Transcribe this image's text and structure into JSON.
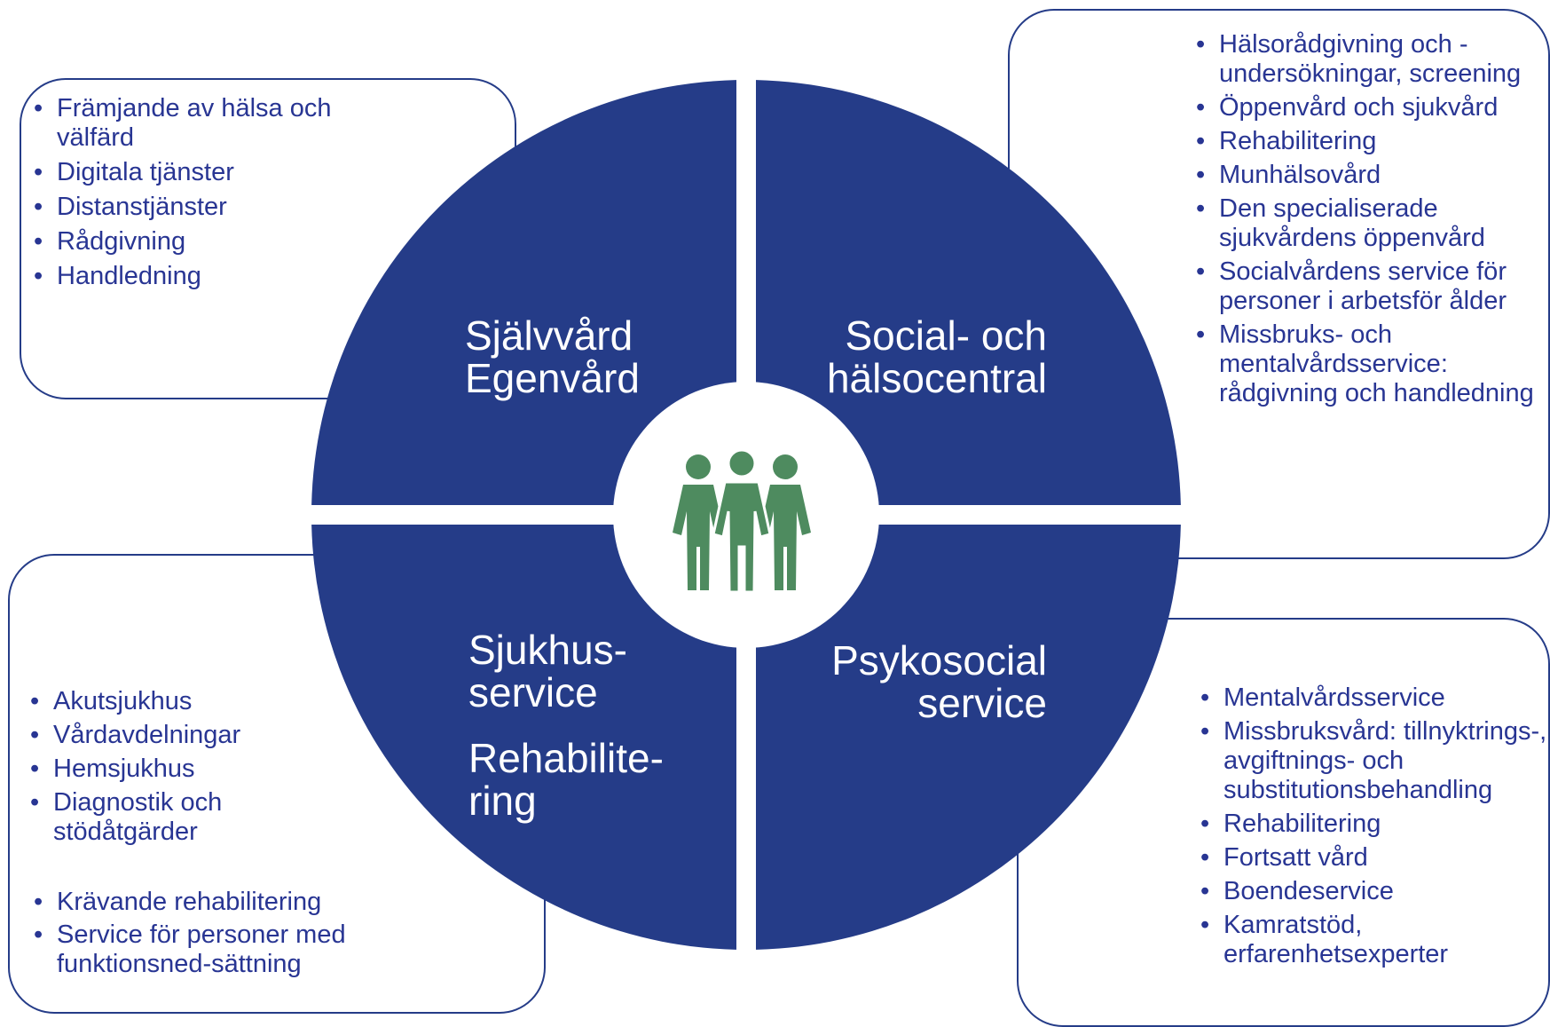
{
  "colors": {
    "quadrant": "#253c88",
    "box_border": "#253c88",
    "list_text": "#283593",
    "icon": "#4e8b5f",
    "center": "#ffffff"
  },
  "center_icon": "group-of-people-icon",
  "quadrants": {
    "top_left": {
      "line1": "Självvård",
      "line2": "Egenvård"
    },
    "top_right": {
      "line1": "Social- och",
      "line2": "hälsocentral"
    },
    "bottom_left": {
      "line1": "Sjukhus-",
      "line2": "service",
      "line3": "Rehabilite-",
      "line4": "ring"
    },
    "bottom_right": {
      "line1": "Psykosocial",
      "line2": "service"
    }
  },
  "lists": {
    "top_left": [
      "Främjande av hälsa och välfärd",
      "Digitala tjänster",
      "Distanstjänster",
      "Rådgivning",
      "Handledning"
    ],
    "top_right": [
      "Hälsorådgivning och -undersökningar, screening",
      "Öppenvård och sjukvård",
      "Rehabilitering",
      "Munhälsovård",
      "Den specialiserade sjukvårdens öppenvård",
      "Socialvårdens service för personer i arbetsför ålder",
      "Missbruks- och mentalvårdsservice: rådgivning och handledning"
    ],
    "bottom_left_1": [
      "Akutsjukhus",
      "Vårdavdelningar",
      "Hemsjukhus",
      "Diagnostik och stödåtgärder"
    ],
    "bottom_left_2": [
      "Krävande rehabilitering",
      "Service för personer med funktionsned-sättning"
    ],
    "bottom_right": [
      "Mentalvårdsservice",
      "Missbruksvård: tillnyktrings-, avgiftnings- och substitutionsbehandling",
      "Rehabilitering",
      "Fortsatt vård",
      "Boendeservice",
      "Kamratstöd, erfarenhetsexperter"
    ]
  }
}
